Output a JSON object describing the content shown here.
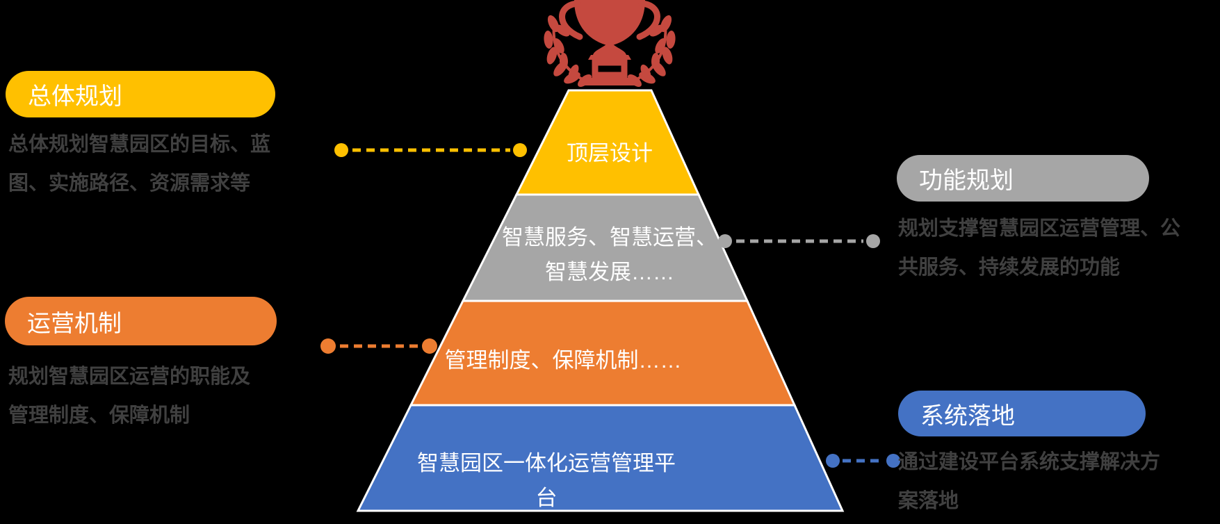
{
  "colors": {
    "background": "#000000",
    "yellow": "#FFC000",
    "gray": "#A6A6A6",
    "orange": "#ED7D31",
    "blue": "#4472C4",
    "trophy_red": "#C5493F",
    "description_text": "#404040",
    "pyramid_label_text": "#FFFFFF"
  },
  "trophy": {
    "icon": "trophy-with-laurel-wreath"
  },
  "pyramid": {
    "levels": [
      {
        "label": "顶层设计",
        "color": "#FFC000"
      },
      {
        "label_lines": [
          "智慧服务、智慧运营、",
          "智慧发展……"
        ],
        "color": "#A6A6A6"
      },
      {
        "label": "管理制度、保障机制……",
        "color": "#ED7D31"
      },
      {
        "label": "智慧园区一体化运营管理平台",
        "color": "#4472C4"
      }
    ]
  },
  "callouts": [
    {
      "side": "left",
      "title": "总体规划",
      "color": "#FFC000",
      "desc_lines": [
        "总体规划智慧园区的目标、蓝",
        "图、实施路径、资源需求等"
      ]
    },
    {
      "side": "right",
      "title": "功能规划",
      "color": "#A6A6A6",
      "desc_lines": [
        "规划支撑智慧园区运营管理、公",
        "共服务、持续发展的功能"
      ]
    },
    {
      "side": "left",
      "title": "运营机制",
      "color": "#ED7D31",
      "desc_lines": [
        "规划智慧园区运营的职能及",
        "管理制度、保障机制"
      ]
    },
    {
      "side": "right",
      "title": "系统落地",
      "color": "#4472C4",
      "desc_lines": [
        "通过建设平台系统支撑解决方",
        "案落地"
      ]
    }
  ],
  "connectors": [
    {
      "links": "总体规划",
      "color": "#FFC000"
    },
    {
      "links": "功能规划",
      "color": "#A6A6A6"
    },
    {
      "links": "运营机制",
      "color": "#ED7D31"
    },
    {
      "links": "系统落地",
      "color": "#4472C4"
    }
  ]
}
